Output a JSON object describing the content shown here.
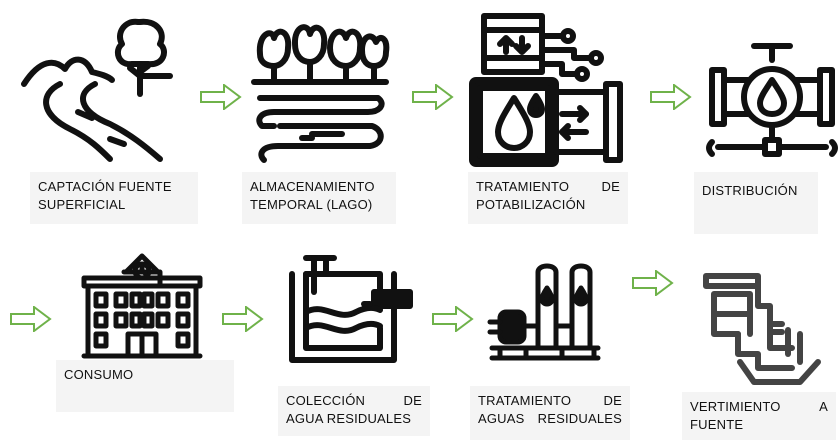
{
  "colors": {
    "arrow": "#6fb24a",
    "icon": "#111111",
    "label_bg": "#f4f4f4"
  },
  "steps": [
    {
      "icon": "river-landscape-icon",
      "line1": "CAPTACIÓN FUENTE",
      "line2": "SUPERFICIAL"
    },
    {
      "icon": "lake-trees-icon",
      "line1": "ALMACENAMIENTO",
      "line2": "TEMPORAL (LAGO)"
    },
    {
      "icon": "treatment-plant-icon",
      "line1a": "TRATAMIENTO",
      "line1b": "DE",
      "line2": "POTABILIZACIÓN"
    },
    {
      "icon": "pipe-valve-icon",
      "line1": "DISTRIBUCIÓN"
    },
    {
      "icon": "building-icon",
      "line1": "CONSUMO"
    },
    {
      "icon": "collection-tank-icon",
      "line1a": "COLECCIÓN",
      "line1b": "DE",
      "line2": "AGUA RESIDUALES"
    },
    {
      "icon": "wastewater-plant-icon",
      "line1a": "TRATAMIENTO",
      "line1b": "DE",
      "line2a": "AGUAS",
      "line2b": "RESIDUALES"
    },
    {
      "icon": "discharge-pipe-icon",
      "line1a": "VERTIMIENTO",
      "line1b": "A",
      "line2": "FUENTE"
    }
  ]
}
